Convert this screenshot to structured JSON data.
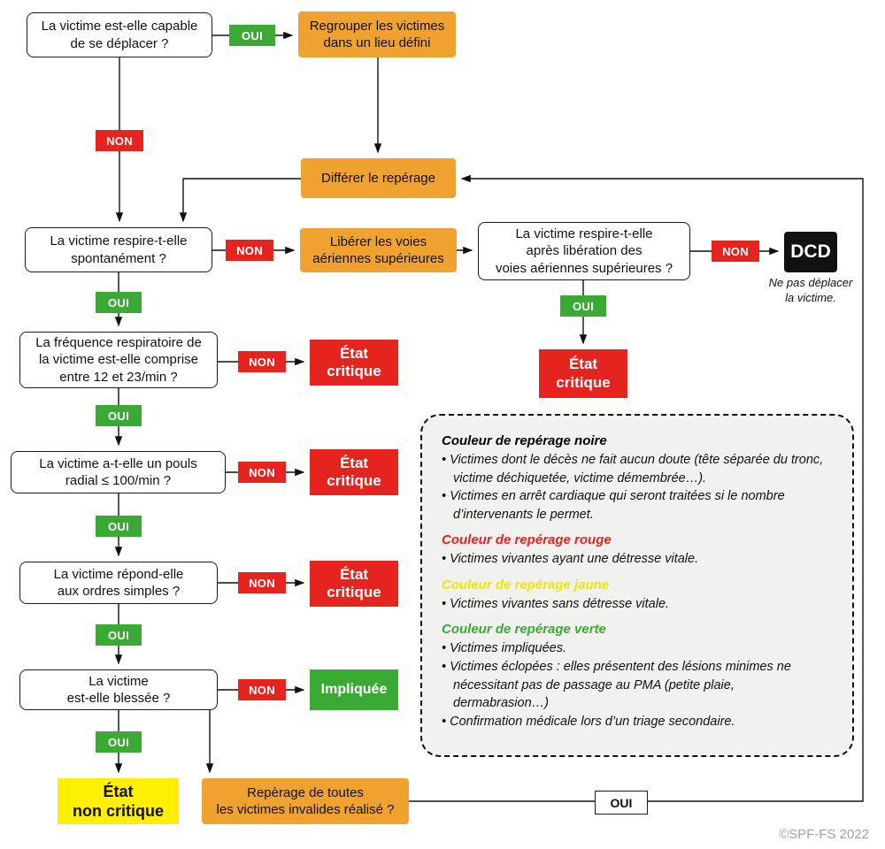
{
  "questions": {
    "q1": "La victime est-elle capable\nde se déplacer ?",
    "q2": "La victime respire-t-elle\nspontanément ?",
    "q3": "La victime respire-t-elle\naprès libération des\nvoies aériennes supérieures ?",
    "q4": "La fréquence respiratoire de\nla victime est-elle comprise\nentre 12 et 23/min ?",
    "q5": "La victime a-t-elle un pouls\nradial ≤ 100/min ?",
    "q6": "La victime répond-elle\naux ordres simples ?",
    "q7": "La victime\nest-elle blessée ?"
  },
  "actions": {
    "regrouper": "Regrouper les victimes\ndans un lieu défini",
    "differer": "Différer le repérage",
    "liberer": "Libérer les voies\naériennes supérieures",
    "reperage_invalides": "Repèrage de toutes\nles victimes invalides réalisé ?"
  },
  "outcomes": {
    "dcd": "DCD",
    "dcd_note": "Ne pas déplacer\nla victime.",
    "etat_critique": "État\ncritique",
    "impliquee": "Impliquée",
    "etat_non_critique": "État\nnon critique"
  },
  "labels": {
    "oui": "OUI",
    "non": "NON"
  },
  "colors": {
    "orange": "#f0a230",
    "red": "#e5231f",
    "green": "#3aaa35",
    "yellow": "#ffef00",
    "black": "#111111"
  },
  "legend": {
    "sections": [
      {
        "title": "Couleur de repérage noire",
        "color": "#000000",
        "items": [
          "• Victimes dont le décès ne fait aucun doute (tête séparée du tronc, victime déchiquetée, victime démembrée…).",
          "• Victimes en arrêt cardiaque qui seront traitées si le nombre d’intervenants le permet."
        ]
      },
      {
        "title": "Couleur de repérage rouge",
        "color": "#e5231f",
        "items": [
          "• Victimes vivantes ayant une détresse vitale."
        ]
      },
      {
        "title": "Couleur de repérage jaune",
        "color": "#f2e500",
        "items": [
          "• Victimes vivantes sans détresse vitale."
        ]
      },
      {
        "title": "Couleur de repérage verte",
        "color": "#3aaa35",
        "items": [
          "• Victimes impliquées.",
          "• Victimes éclopées : elles présentent des lésions minimes ne nécessitant pas de passage au PMA (petite plaie, dermabrasion…)",
          "• Confirmation médicale lors d’un triage secondaire."
        ]
      }
    ]
  },
  "copyright": "©SPF-FS 2022"
}
